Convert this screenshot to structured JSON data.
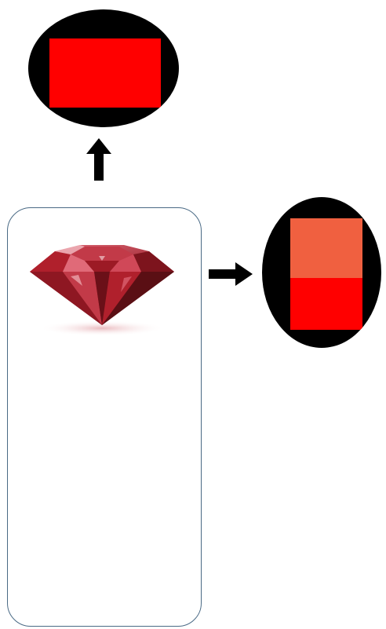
{
  "colors": {
    "lens_bg": "#000000",
    "red": "#ff0000",
    "coral": "#f06040",
    "arrow": "#000000",
    "container_border": "#4a6a85",
    "gem_dark": "#5a0f14",
    "gem_mid": "#b0202c",
    "gem_light": "#e06a78",
    "gem_highlight": "#f7c6cc"
  },
  "top_view": {
    "label": "",
    "swatches": [
      "red"
    ]
  },
  "side_view": {
    "label": "",
    "swatches": [
      "coral",
      "red"
    ]
  },
  "arrows": {
    "up": {
      "direction": "up",
      "icon": "arrow-up-icon"
    },
    "right": {
      "direction": "right",
      "icon": "arrow-right-icon"
    }
  },
  "gem": {
    "icon": "red-diamond-icon"
  }
}
